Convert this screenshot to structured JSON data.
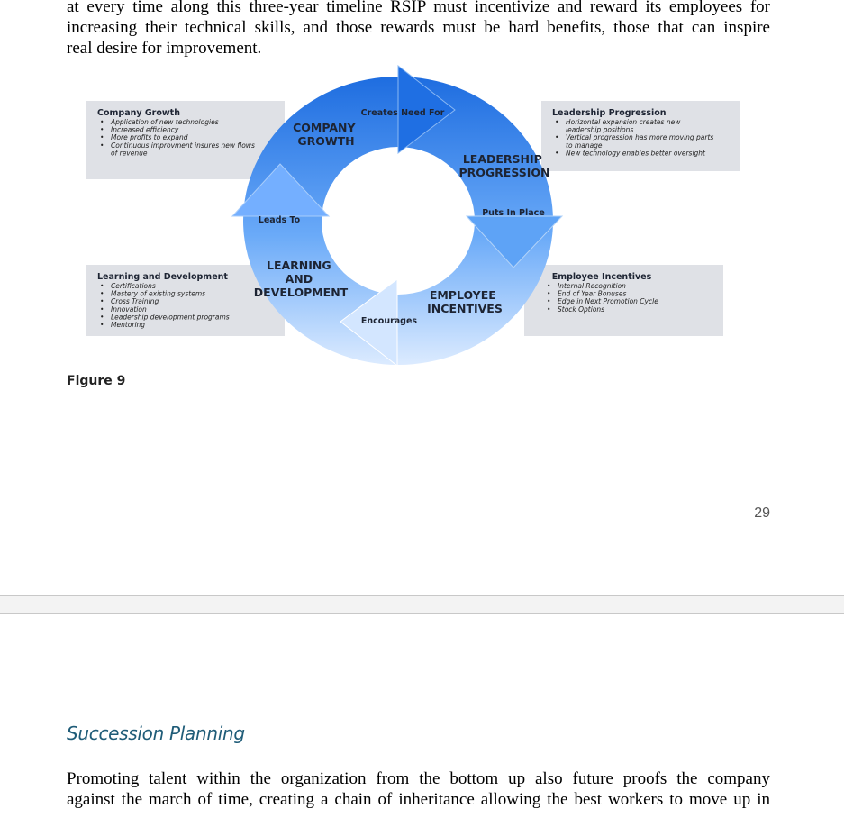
{
  "page1": {
    "para_lines": [
      "at every time along this three-year timeline RSIP must incentivize and reward its employees for",
      "increasing their technical skills, and those rewards must be hard benefits, those that can inspire",
      "real desire for improvement."
    ],
    "figure_label": "Figure 9",
    "page_number": "29"
  },
  "diagram": {
    "stages": {
      "company_growth": [
        "COMPANY",
        "GROWTH"
      ],
      "leadership_progression": [
        "LEADERSHIP",
        "PROGRESSION"
      ],
      "employee_incentives": [
        "EMPLOYEE",
        "INCENTIVES"
      ],
      "learning_development": [
        "LEARNING",
        "AND",
        "DEVELOPMENT"
      ]
    },
    "connectors": {
      "creates_need_for": "Creates Need For",
      "puts_in_place": "Puts In Place",
      "encourages": "Encourages",
      "leads_to": "Leads To"
    },
    "boxes": {
      "company_growth": {
        "title": "Company Growth",
        "items": [
          [
            "Application of new technologies"
          ],
          [
            "Increased efficiency"
          ],
          [
            "More profits to expand"
          ],
          [
            "Continuous improvment insures new flows",
            "of revenue"
          ]
        ]
      },
      "leadership_progression": {
        "title": "Leadership Progression",
        "items": [
          [
            "Horizontal expansion creates new",
            "leadership positions"
          ],
          [
            "Vertical progression has more moving parts",
            "to manage"
          ],
          [
            "New technology enables better oversight"
          ]
        ]
      },
      "learning_development": {
        "title": "Learning and Development",
        "items": [
          [
            "Certifications"
          ],
          [
            "Mastery of existing systems"
          ],
          [
            "Cross Training"
          ],
          [
            "Innovation"
          ],
          [
            "Leadership development programs"
          ],
          [
            "Mentoring"
          ]
        ]
      },
      "employee_incentives": {
        "title": "Employee Incentives",
        "items": [
          [
            "Internal Recognition"
          ],
          [
            "End of Year Bonuses"
          ],
          [
            "Edge in Next Promotion Cycle"
          ],
          [
            "Stock Options"
          ]
        ]
      }
    },
    "colors": {
      "cycle_top": "#1e6de0",
      "cycle_bottom": "#dcebff",
      "box_fill": "#dfe1e6"
    }
  },
  "page2": {
    "heading": "Succession Planning",
    "para_lines": [
      "Promoting talent within the organization from the bottom up also future proofs the company",
      "against the march of time, creating a chain of inheritance allowing  the best workers to move up in"
    ]
  }
}
